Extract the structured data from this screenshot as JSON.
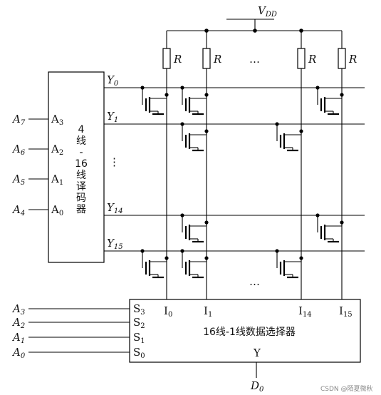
{
  "supply": {
    "symbol": "V",
    "subscript": "DD"
  },
  "resistor_label": "R",
  "ellipsis": "…",
  "vdots": "⋮",
  "decoder": {
    "title_lines": [
      "4",
      "线",
      "-",
      "16",
      "线",
      "译",
      "码",
      "器"
    ],
    "inputs": [
      {
        "ext": "A",
        "ext_sub": "7",
        "pin": "A",
        "pin_sub": "3"
      },
      {
        "ext": "A",
        "ext_sub": "6",
        "pin": "A",
        "pin_sub": "2"
      },
      {
        "ext": "A",
        "ext_sub": "5",
        "pin": "A",
        "pin_sub": "1"
      },
      {
        "ext": "A",
        "ext_sub": "4",
        "pin": "A",
        "pin_sub": "0"
      }
    ],
    "outputs": [
      {
        "name": "Y",
        "sub": "0"
      },
      {
        "name": "Y",
        "sub": "1"
      },
      {
        "name": "Y",
        "sub": "14"
      },
      {
        "name": "Y",
        "sub": "15"
      }
    ]
  },
  "mux": {
    "title": "16线-1线数据选择器",
    "select_inputs": [
      {
        "ext": "A",
        "ext_sub": "3",
        "pin": "S",
        "pin_sub": "3"
      },
      {
        "ext": "A",
        "ext_sub": "2",
        "pin": "S",
        "pin_sub": "2"
      },
      {
        "ext": "A",
        "ext_sub": "1",
        "pin": "S",
        "pin_sub": "1"
      },
      {
        "ext": "A",
        "ext_sub": "0",
        "pin": "S",
        "pin_sub": "0"
      }
    ],
    "data_inputs": [
      {
        "name": "I",
        "sub": "0"
      },
      {
        "name": "I",
        "sub": "1"
      },
      {
        "name": "I",
        "sub": "14"
      },
      {
        "name": "I",
        "sub": "15"
      }
    ],
    "output_pin": "Y",
    "output_signal": {
      "name": "D",
      "sub": "0"
    }
  },
  "transistors_present": [
    [
      true,
      true,
      false,
      true
    ],
    [
      false,
      true,
      true,
      false
    ],
    [
      false,
      true,
      false,
      true
    ],
    [
      true,
      true,
      true,
      false
    ]
  ],
  "watermark": "CSDN @陌夏微秋"
}
